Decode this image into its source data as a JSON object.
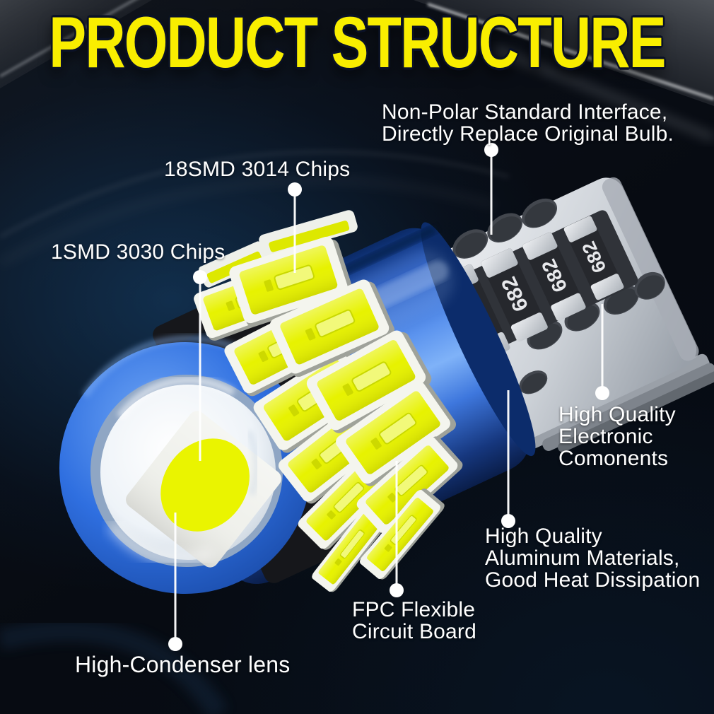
{
  "title": "PRODUCT STRUCTURE",
  "product": {
    "type_note": "LED bulb cutaway illustration",
    "resistor_marking": "682"
  },
  "callouts": {
    "non_polar": {
      "lines": [
        "Non-Polar Standard Interface,",
        "Directly Replace Original Bulb."
      ]
    },
    "chips_3014": {
      "lines": [
        "18SMD 3014 Chips"
      ]
    },
    "chips_3030": {
      "lines": [
        "1SMD 3030 Chips"
      ]
    },
    "electronic": {
      "lines": [
        "High Quality",
        "Electronic",
        "Comonents"
      ]
    },
    "aluminum": {
      "lines": [
        "High Quality",
        "Aluminum Materials,",
        "Good Heat Dissipation"
      ]
    },
    "fpc": {
      "lines": [
        "FPC Flexible",
        "Circuit Board"
      ]
    },
    "lens": {
      "lines": [
        "High-Condenser lens"
      ]
    }
  },
  "colors": {
    "accent_yellow": "#f9ee00",
    "callout_text": "#ffffff",
    "body_blue": "#2f6fe0",
    "smd_chip_yellow": "#e7f200",
    "lens_chip_yellow": "#eaf400",
    "base_gray": "#d5dade",
    "resistor_black": "#26282d",
    "leader_line": "#ffffff",
    "background": "#070b12"
  }
}
